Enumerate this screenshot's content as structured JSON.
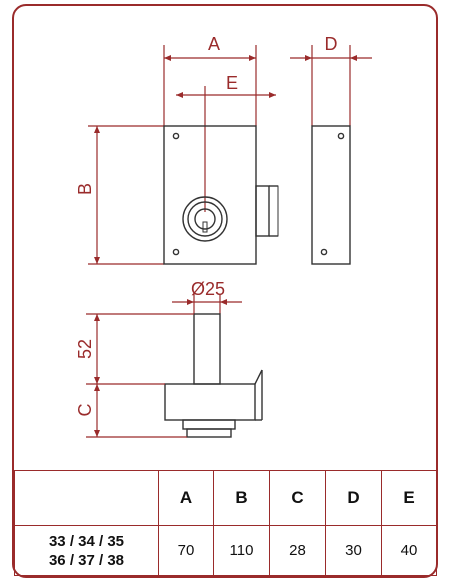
{
  "dimension_labels": {
    "a": "A",
    "b": "B",
    "c": "C",
    "d": "D",
    "e": "E",
    "diameter": "Ø25",
    "depth": "52"
  },
  "table": {
    "headers": [
      "A",
      "B",
      "C",
      "D",
      "E"
    ],
    "model_line1": "33 / 34 / 35",
    "model_line2": "36 / 37 / 38",
    "values": [
      "70",
      "110",
      "28",
      "30",
      "40"
    ]
  },
  "colors": {
    "dimension": "#9a2b2b",
    "outline": "#333333"
  }
}
